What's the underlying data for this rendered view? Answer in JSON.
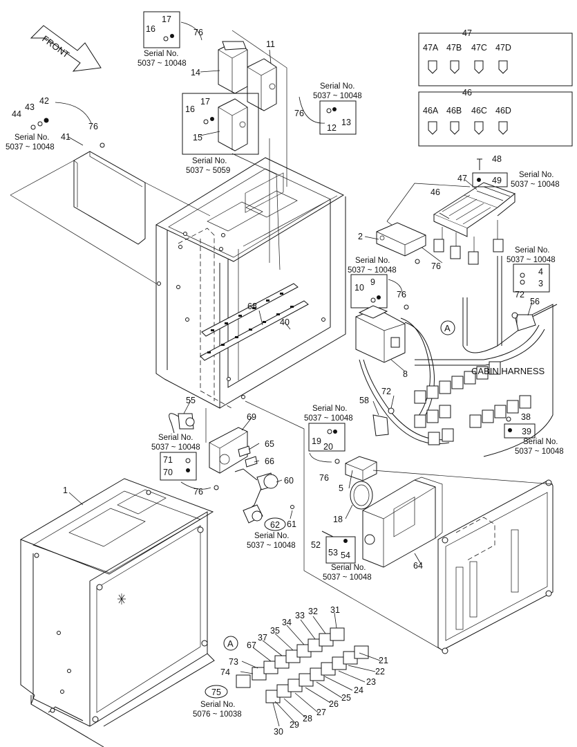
{
  "orientation": {
    "front_label": "FRONT"
  },
  "serial": {
    "prefix": "Serial No.",
    "r5037_10048": "5037 ~ 10048",
    "r5037_5059": "5037 ~ 5059",
    "r5076_10038": "5076 ~ 10038"
  },
  "harness_label": "CABIN HARNESS",
  "connector_ref": "A",
  "fuse_groups": {
    "g47": {
      "title": "47",
      "items": [
        "47A",
        "47B",
        "47C",
        "47D"
      ]
    },
    "g46": {
      "title": "46",
      "items": [
        "46A",
        "46B",
        "46C",
        "46D"
      ]
    }
  },
  "parts": {
    "p1": "1",
    "p2": "2",
    "p3": "3",
    "p4": "4",
    "p5": "5",
    "p8": "8",
    "p9": "9",
    "p10": "10",
    "p11": "11",
    "p12": "12",
    "p13": "13",
    "p14": "14",
    "p15": "15",
    "p16a": "16",
    "p16b": "16",
    "p17a": "17",
    "p17b": "17",
    "p18": "18",
    "p19": "19",
    "p20": "20",
    "p21": "21",
    "p22": "22",
    "p23": "23",
    "p24": "24",
    "p25": "25",
    "p26": "26",
    "p27": "27",
    "p28": "28",
    "p29": "29",
    "p30": "30",
    "p31": "31",
    "p32": "32",
    "p33": "33",
    "p34": "34",
    "p35": "35",
    "p37": "37",
    "p38": "38",
    "p39": "39",
    "p40": "40",
    "p41": "41",
    "p42": "42",
    "p43": "43",
    "p44": "44",
    "p46": "46",
    "p47": "47",
    "p48": "48",
    "p49": "49",
    "p52": "52",
    "p53": "53",
    "p54": "54",
    "p55": "55",
    "p56": "56",
    "p58": "58",
    "p60": "60",
    "p61": "61",
    "p62": "62",
    "p64": "64",
    "p65": "65",
    "p66": "66",
    "p67": "67",
    "p68": "68",
    "p69": "69",
    "p70": "70",
    "p71": "71",
    "p72a": "72",
    "p72b": "72",
    "p73": "73",
    "p74": "74",
    "p75": "75",
    "p76a": "76",
    "p76b": "76",
    "p76c": "76",
    "p76d": "76",
    "p76e": "76",
    "p76f": "76",
    "p76g": "76",
    "p76h": "76"
  }
}
